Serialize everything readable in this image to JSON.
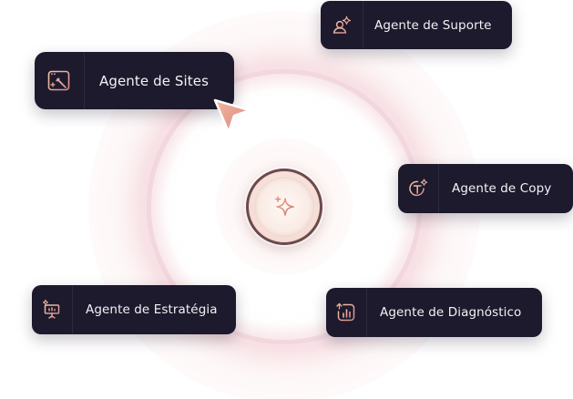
{
  "colors": {
    "card_background": "#1c1a2c",
    "card_text": "#f4f2f6",
    "icon_gradient_start": "#f7c4a8",
    "icon_gradient_end": "#d98a8a",
    "cursor": "#e4a08c"
  },
  "center": {
    "icon": "sparkle-icon"
  },
  "agents": [
    {
      "label": "Agente de Suporte",
      "icon": "support-person-icon"
    },
    {
      "label": "Agente de Sites",
      "icon": "site-wand-icon"
    },
    {
      "label": "Agente de Copy",
      "icon": "copy-text-icon"
    },
    {
      "label": "Agente de Estratégia",
      "icon": "strategy-board-icon"
    },
    {
      "label": "Agente de Diagnóstico",
      "icon": "diagnostic-chart-icon"
    }
  ],
  "cursor": {
    "icon": "pointer-cursor-icon"
  }
}
